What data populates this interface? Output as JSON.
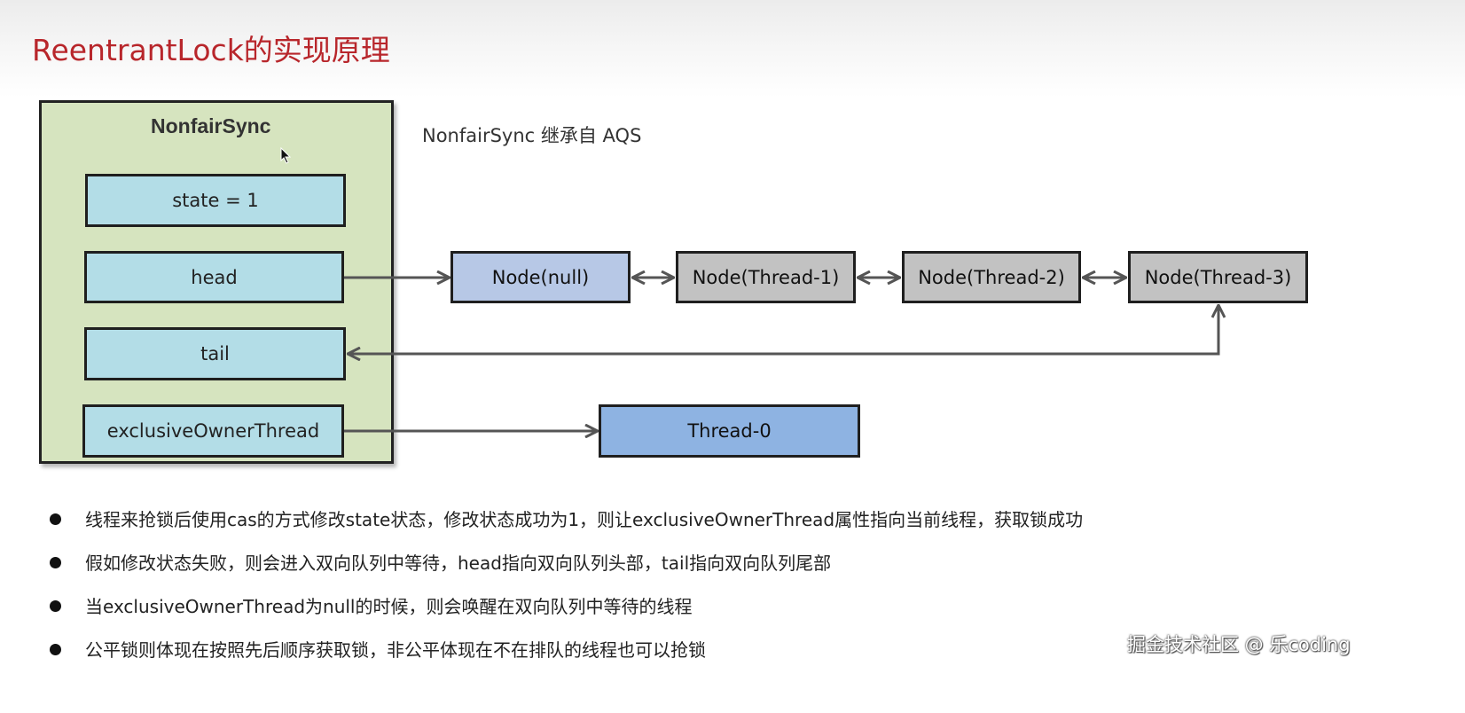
{
  "title": "ReentrantLock的实现原理",
  "sync": {
    "title": "NonfairSync",
    "fields": {
      "state": "state = 1",
      "head": "head",
      "tail": "tail",
      "owner": "exclusiveOwnerThread"
    }
  },
  "note": "NonfairSync 继承自 AQS",
  "queue": {
    "nodes": [
      "Node(null)",
      "Node(Thread-1)",
      "Node(Thread-2)",
      "Node(Thread-3)"
    ]
  },
  "owner_thread": "Thread-0",
  "bullets": [
    "线程来抢锁后使用cas的方式修改state状态，修改状态成功为1，则让exclusiveOwnerThread属性指向当前线程，获取锁成功",
    "假如修改状态失败，则会进入双向队列中等待，head指向双向队列头部，tail指向双向队列尾部",
    "当exclusiveOwnerThread为null的时候，则会唤醒在双向队列中等待的线程",
    "公平锁则体现在按照先后顺序获取锁，非公平体现在不在排队的线程也可以抢锁"
  ],
  "watermark": "掘金技术社区 @ 乐coding",
  "colors": {
    "title": "#b8262b",
    "sync_box": "#d6e4bf",
    "field": "#b3dde7",
    "node_null": "#b7c8e6",
    "node_thread": "#c2c2c2",
    "owner_thread": "#8eb3e2",
    "arrow": "#555555"
  }
}
